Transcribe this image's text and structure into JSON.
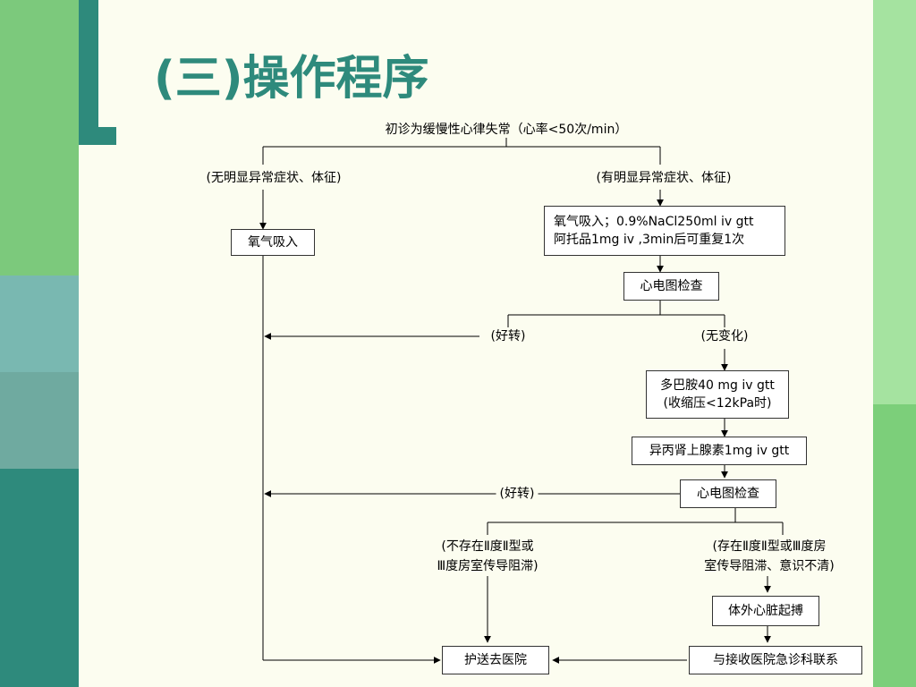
{
  "slide": {
    "title": "(三)操作程序",
    "colors": {
      "background": "#fcfdf0",
      "accent": "#2e8a7c",
      "left_bands": [
        "#7cc97c",
        "#79b8b1",
        "#6faaa0",
        "#2e8a7c"
      ],
      "right_bands": [
        "#a5e3a0",
        "#7ccf7a"
      ]
    }
  },
  "flow": {
    "start": "初诊为缓慢性心律失常（心率<50次/min）",
    "no_symptom_branch": "(无明显异常症状、体征)",
    "symptom_branch": "(有明显异常症状、体征)",
    "oxygen_only": "氧气吸入",
    "treatment_line1": "氧气吸入；0.9%NaCl250ml iv gtt",
    "treatment_line2": "阿托品1mg iv ,3min后可重复1次",
    "ecg_check_1": "心电图检查",
    "improved_1": "(好转)",
    "no_change": "(无变化)",
    "dopamine_line1": "多巴胺40 mg iv gtt",
    "dopamine_line2": "(收缩压<12kPa时)",
    "isoproterenol": "异丙肾上腺素1mg iv gtt",
    "improved_2": "(好转)",
    "ecg_check_2": "心电图检查",
    "no_block_line1": "(不存在Ⅱ度Ⅱ型或",
    "no_block_line2": "Ⅲ度房室传导阻滞)",
    "block_line1": "(存在Ⅱ度Ⅱ型或Ⅲ度房",
    "block_line2": "室传导阻滞、意识不清)",
    "pacing": "体外心脏起搏",
    "escort": "护送去医院",
    "contact": "与接收医院急诊科联系"
  }
}
